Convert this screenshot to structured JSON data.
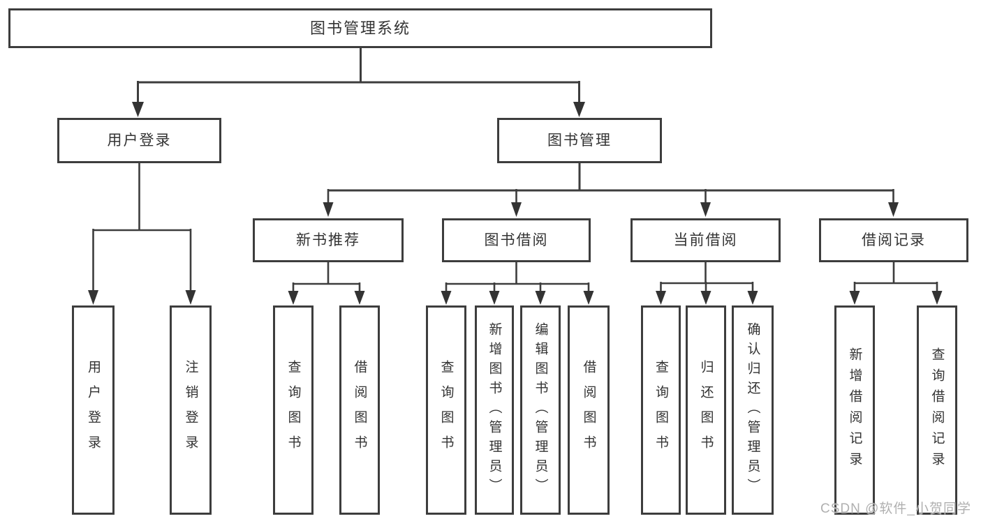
{
  "root": {
    "label": "图书管理系统"
  },
  "branches": [
    {
      "id": "user-login",
      "label": "用户登录"
    },
    {
      "id": "book-management",
      "label": "图书管理"
    }
  ],
  "sections": [
    {
      "id": "new-book-recommend",
      "label": "新书推荐"
    },
    {
      "id": "book-borrow",
      "label": "图书借阅"
    },
    {
      "id": "current-borrow",
      "label": "当前借阅"
    },
    {
      "id": "borrow-records",
      "label": "借阅记录"
    }
  ],
  "leaves": [
    {
      "id": "user-login",
      "parent": "用户登录",
      "label": "用户登录"
    },
    {
      "id": "logout",
      "parent": "用户登录",
      "label": "注销登录"
    },
    {
      "id": "newbook-query",
      "parent": "新书推荐",
      "label": "查询图书"
    },
    {
      "id": "newbook-borrow",
      "parent": "新书推荐",
      "label": "借阅图书"
    },
    {
      "id": "borrow-query",
      "parent": "图书借阅",
      "label": "查询图书"
    },
    {
      "id": "borrow-add-admin",
      "parent": "图书借阅",
      "label": "新增图书（管理员）"
    },
    {
      "id": "borrow-edit-admin",
      "parent": "图书借阅",
      "label": "编辑图书（管理员）"
    },
    {
      "id": "borrow-borrow",
      "parent": "图书借阅",
      "label": "借阅图书"
    },
    {
      "id": "current-query",
      "parent": "当前借阅",
      "label": "查询图书"
    },
    {
      "id": "current-return",
      "parent": "当前借阅",
      "label": "归还图书"
    },
    {
      "id": "current-confirm-admin",
      "parent": "当前借阅",
      "label": "确认归还（管理员）"
    },
    {
      "id": "records-add",
      "parent": "借阅记录",
      "label": "新增借阅记录"
    },
    {
      "id": "records-query",
      "parent": "借阅记录",
      "label": "查询借阅记录"
    }
  ],
  "watermark": {
    "text": "CSDN @软件_小贺同学"
  },
  "colors": {
    "line": "#3d3d3d",
    "box_border": "#3d3d3d",
    "box_background": "#ffffff",
    "text": "#333333",
    "watermark": "#b0b0b0"
  }
}
